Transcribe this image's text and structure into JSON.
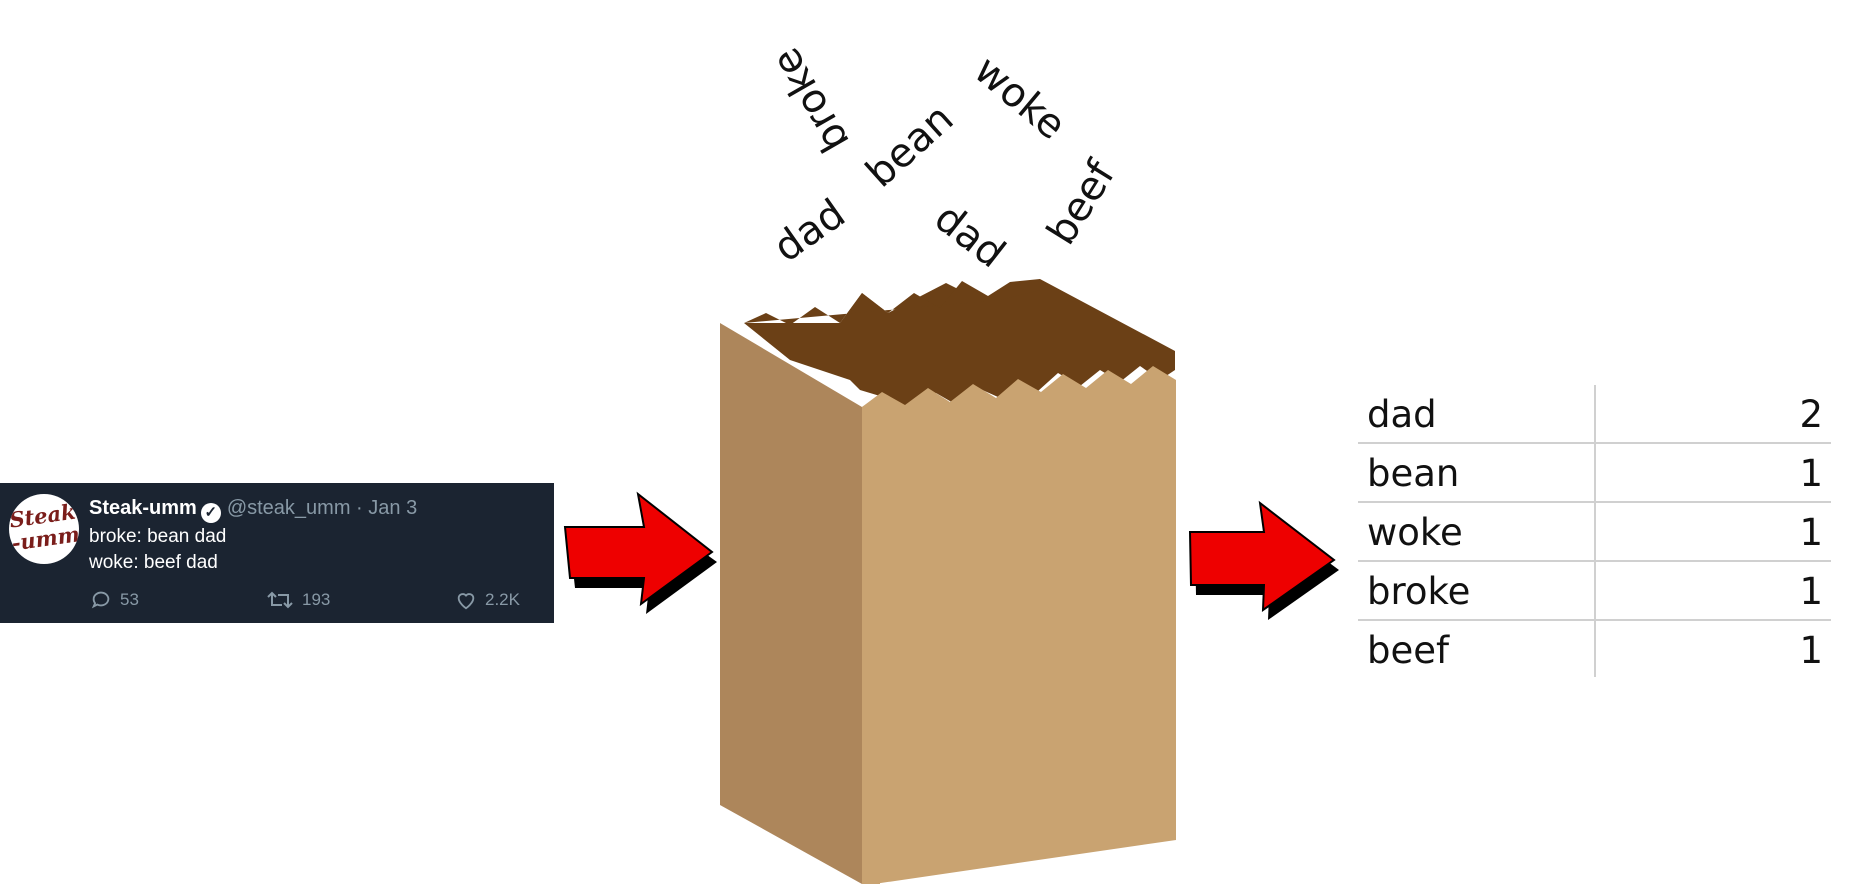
{
  "tweet": {
    "avatar_text": "Steak\n-umm",
    "name": "Steak-umm",
    "verified_icon": "verified-badge-icon",
    "handle": "@steak_umm",
    "separator": "·",
    "date": "Jan 3",
    "lines": [
      "broke: bean dad",
      "woke: beef dad"
    ],
    "replies": "53",
    "retweets": "193",
    "likes": "2.2K",
    "background_color": "#1b2431",
    "muted_color": "#8899a6"
  },
  "words_in_bag": [
    "broke",
    "woke",
    "bean",
    "dad",
    "dad",
    "beef"
  ],
  "bag": {
    "side_color": "#ad865b",
    "front_color": "#c9a371",
    "inside_color": "#6b4016"
  },
  "arrows": {
    "fill": "#ee0000",
    "outline": "#000000"
  },
  "word_counts": {
    "rows": [
      {
        "word": "dad",
        "count": "2"
      },
      {
        "word": "bean",
        "count": "1"
      },
      {
        "word": "woke",
        "count": "1"
      },
      {
        "word": "broke",
        "count": "1"
      },
      {
        "word": "beef",
        "count": "1"
      }
    ],
    "rule_color": "#d0d0d0"
  }
}
